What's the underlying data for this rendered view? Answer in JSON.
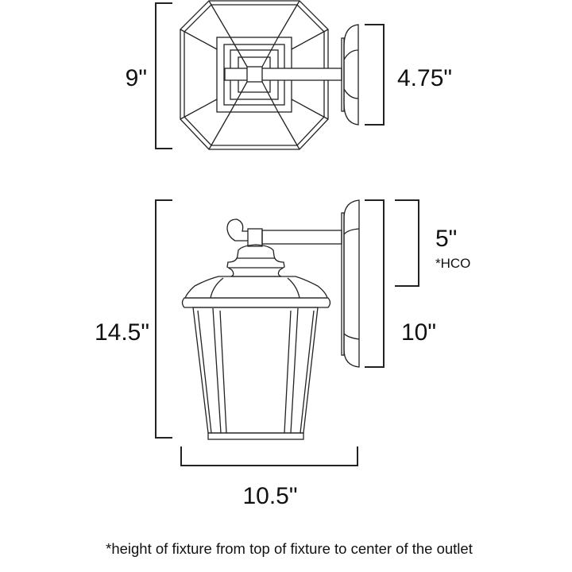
{
  "top_view": {
    "height_label": "9\"",
    "extension_label": "4.75\""
  },
  "side_view": {
    "height_label": "14.5\"",
    "hco_label": "5\"",
    "hco_note": "*HCO",
    "backplate_label": "10\"",
    "width_label": "10.5\""
  },
  "footnote": "*height of fixture from top of fixture to center of the outlet",
  "colors": {
    "line": "#222222",
    "background": "#ffffff"
  }
}
